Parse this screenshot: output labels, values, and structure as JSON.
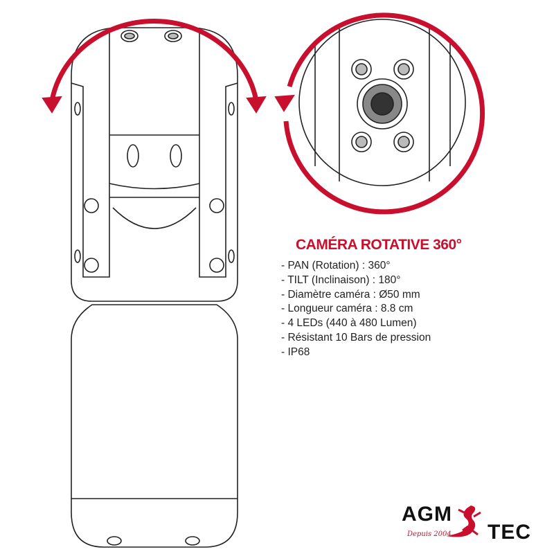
{
  "spec_title": "CAMÉRA ROTATIVE 360°",
  "specs": [
    "- PAN (Rotation) : 360°",
    "- TILT (Inclinaison) : 180°",
    "- Diamètre caméra : Ø50 mm",
    "- Longueur caméra : 8.8 cm",
    "- 4 LEDs (440 à 480 Lumen)",
    "- Résistant 10 Bars de pression",
    "- IP68"
  ],
  "logo": {
    "left": "AGM",
    "right": "TEC",
    "tagline": "Depuis 2004"
  },
  "colors": {
    "accent": "#c8102e",
    "line": "#222222"
  }
}
